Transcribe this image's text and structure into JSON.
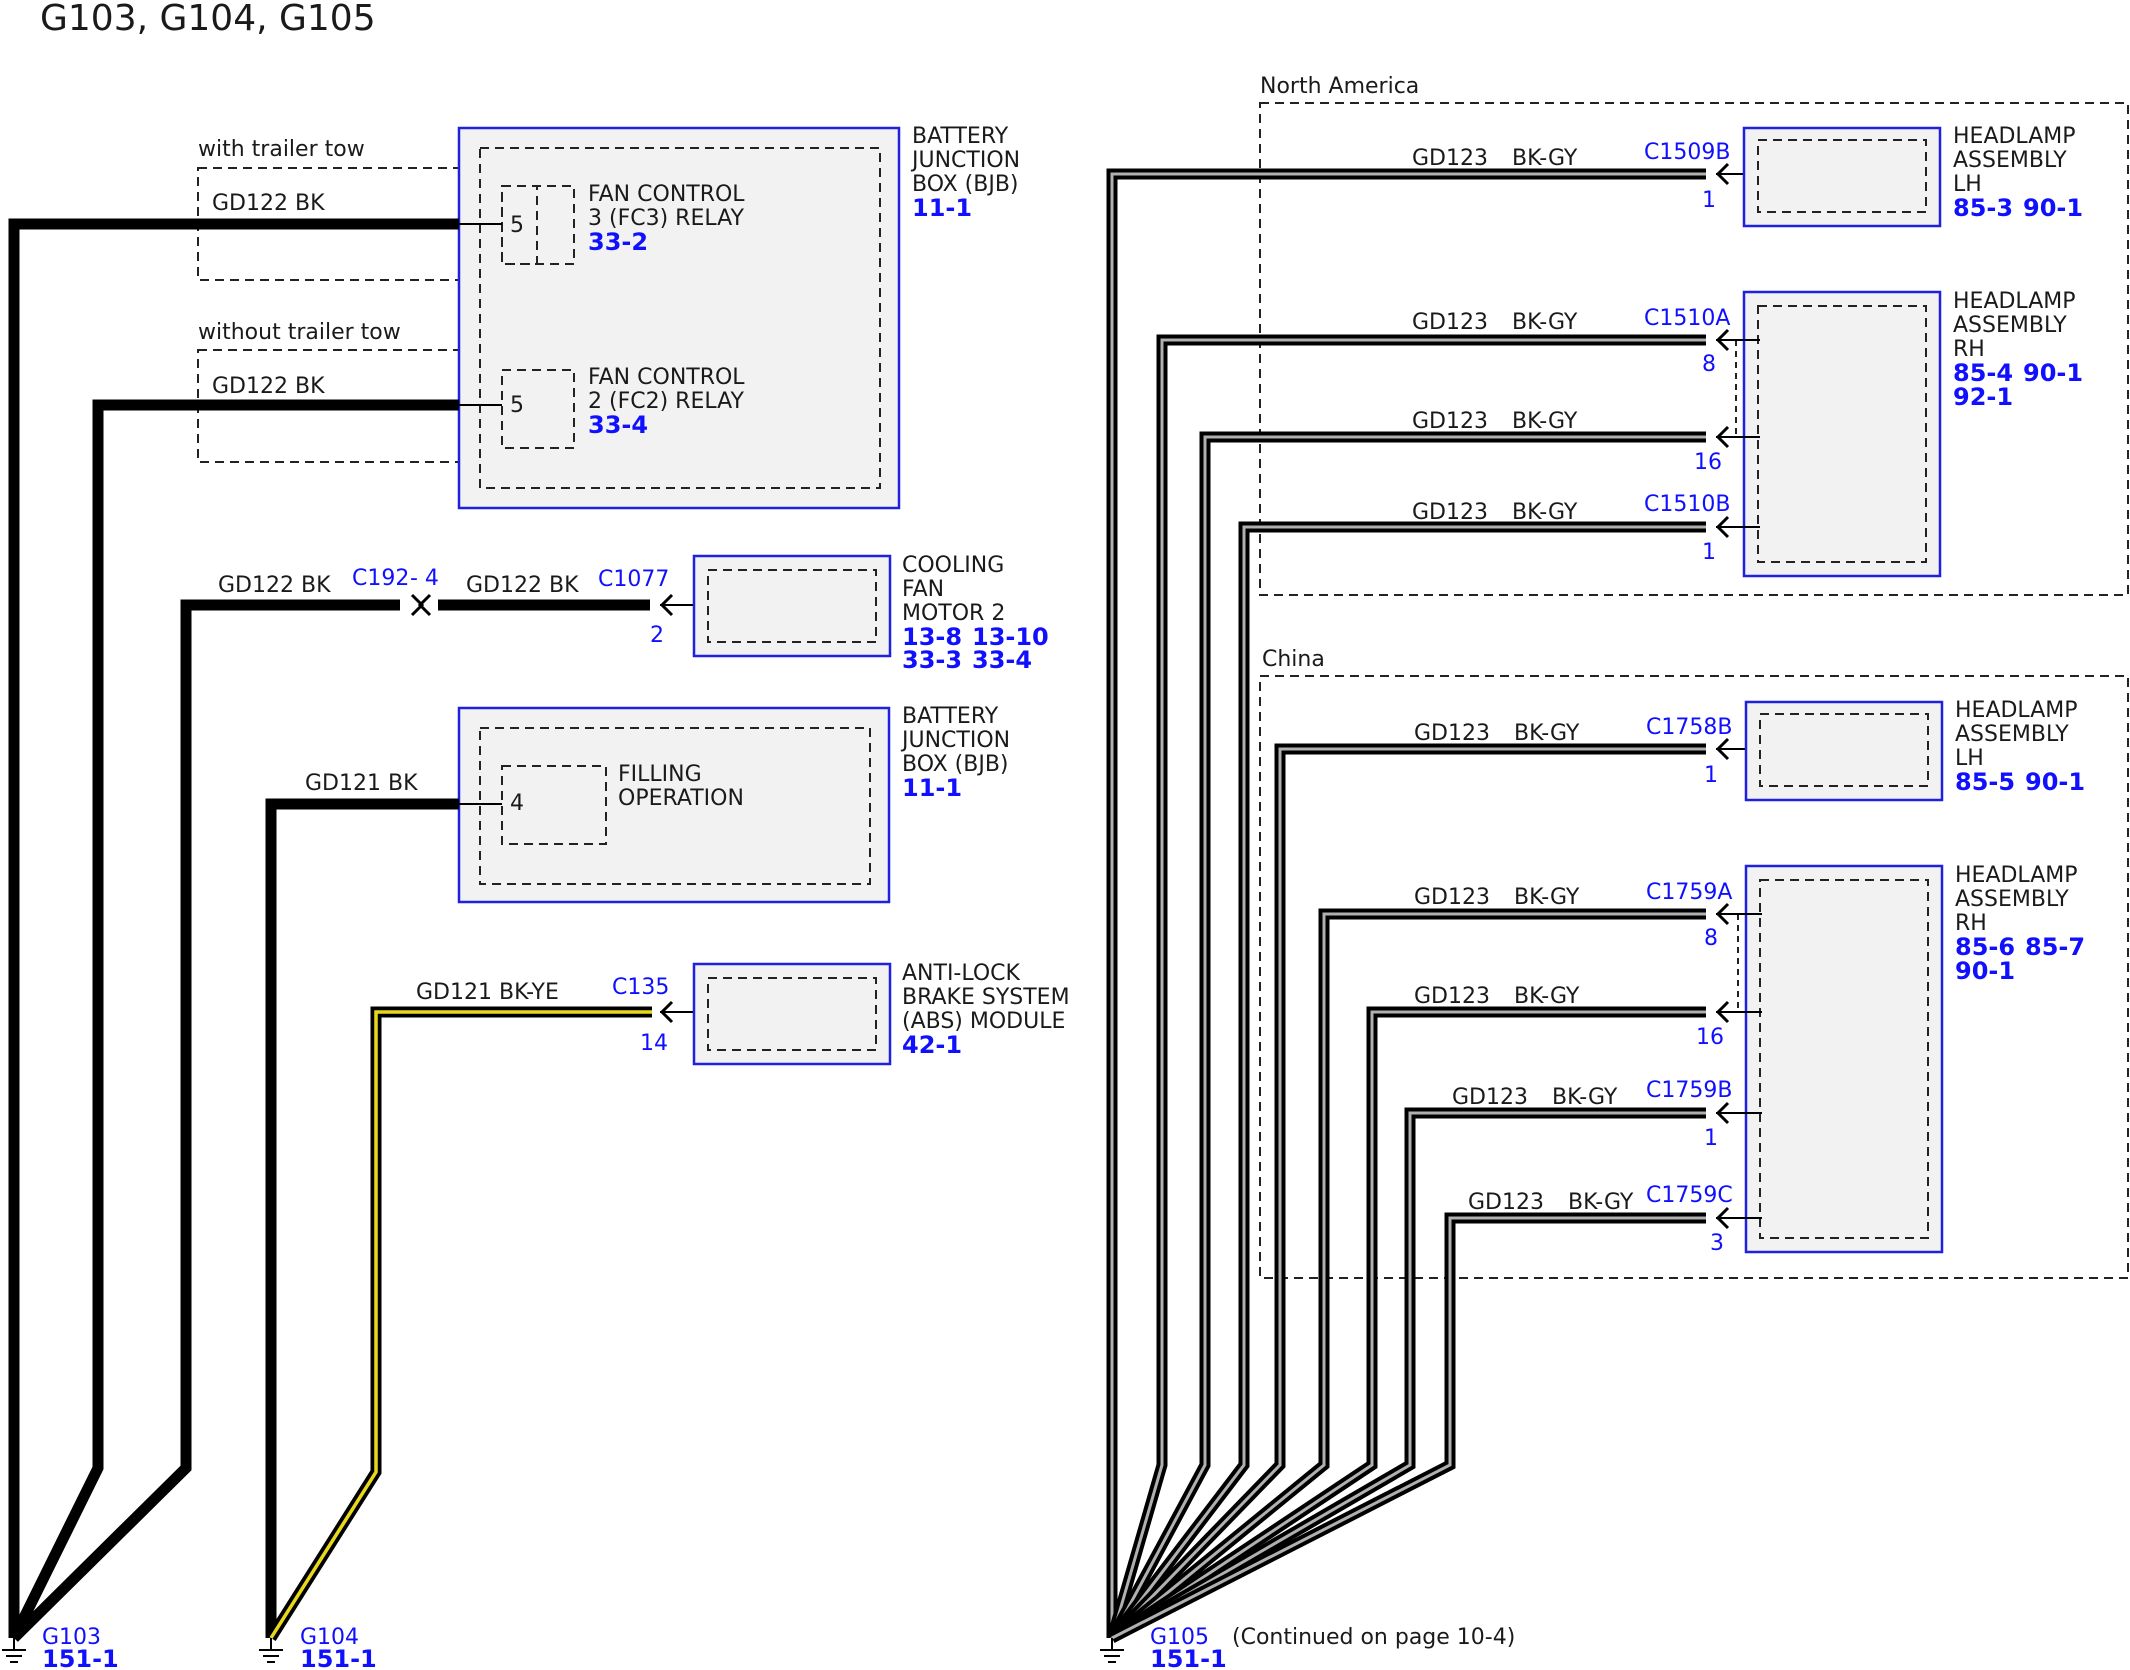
{
  "title": "G103, G104, G105",
  "colors": {
    "wire": "#000000",
    "gray_stripe": "#b0b0b0",
    "yellow_stripe": "#e8d81c",
    "link_blue": "#1010ff",
    "component_border": "#2020e0",
    "component_fill": "#f2f2f2"
  },
  "options": {
    "with_trailer_tow": "with trailer tow",
    "without_trailer_tow": "without trailer tow",
    "north_america": "North America",
    "china": "China"
  },
  "wires": {
    "gd122_bk": "GD122  BK",
    "gd122_bk_short": "GD122 BK",
    "gd121_bk": "GD121 BK",
    "gd121_bkye": "GD121  BK-YE",
    "gd123": "GD123",
    "bkgy": "BK-GY"
  },
  "components": {
    "bjb1": {
      "l1": "BATTERY",
      "l2": "JUNCTION",
      "l3": "BOX (BJB)",
      "ref": "11-1"
    },
    "fc3": {
      "l1": "FAN CONTROL",
      "l2": "3 (FC3) RELAY",
      "ref": "33-2",
      "pin": "5"
    },
    "fc2": {
      "l1": "FAN CONTROL",
      "l2": "2 (FC2) RELAY",
      "ref": "33-4",
      "pin": "5"
    },
    "fan": {
      "l1": "COOLING",
      "l2": "FAN",
      "l3": "MOTOR 2",
      "r1a": "13-8",
      "r1b": "13-10",
      "r2a": "33-3",
      "r2b": "33-4",
      "conn": "C1077",
      "pin": "2",
      "inline": "C192",
      "inline_pin": "- 4"
    },
    "bjb2": {
      "l1": "BATTERY",
      "l2": "JUNCTION",
      "l3": "BOX (BJB)",
      "ref": "11-1"
    },
    "filling": {
      "l1": "FILLING",
      "l2": "OPERATION",
      "pin": "4"
    },
    "abs": {
      "l1": "ANTI-LOCK",
      "l2": "BRAKE SYSTEM",
      "l3": "(ABS) MODULE",
      "ref": "42-1",
      "conn": "C135",
      "pin": "14"
    },
    "na_lh": {
      "l1": "HEADLAMP",
      "l2": "ASSEMBLY",
      "l3": "LH",
      "r1a": "85-3",
      "r1b": "90-1",
      "conn": "C1509B",
      "pin": "1"
    },
    "na_rh": {
      "l1": "HEADLAMP",
      "l2": "ASSEMBLY",
      "l3": "RH",
      "r1a": "85-4",
      "r1b": "90-1",
      "r2": "92-1",
      "connA": "C1510A",
      "pinA": "8",
      "pinA2": "16",
      "connB": "C1510B",
      "pinB": "1"
    },
    "cn_lh": {
      "l1": "HEADLAMP",
      "l2": "ASSEMBLY",
      "l3": "LH",
      "r1a": "85-5",
      "r1b": "90-1",
      "conn": "C1758B",
      "pin": "1"
    },
    "cn_rh": {
      "l1": "HEADLAMP",
      "l2": "ASSEMBLY",
      "l3": "RH",
      "r1a": "85-6",
      "r1b": "85-7",
      "r2": "90-1",
      "connA": "C1759A",
      "pinA": "8",
      "pinA2": "16",
      "connB": "C1759B",
      "pinB": "1",
      "connC": "C1759C",
      "pinC": "3"
    }
  },
  "grounds": {
    "g103": {
      "name": "G103",
      "ref": "151-1"
    },
    "g104": {
      "name": "G104",
      "ref": "151-1"
    },
    "g105": {
      "name": "G105",
      "ref": "151-1",
      "note": "(Continued on page 10-4)"
    }
  }
}
